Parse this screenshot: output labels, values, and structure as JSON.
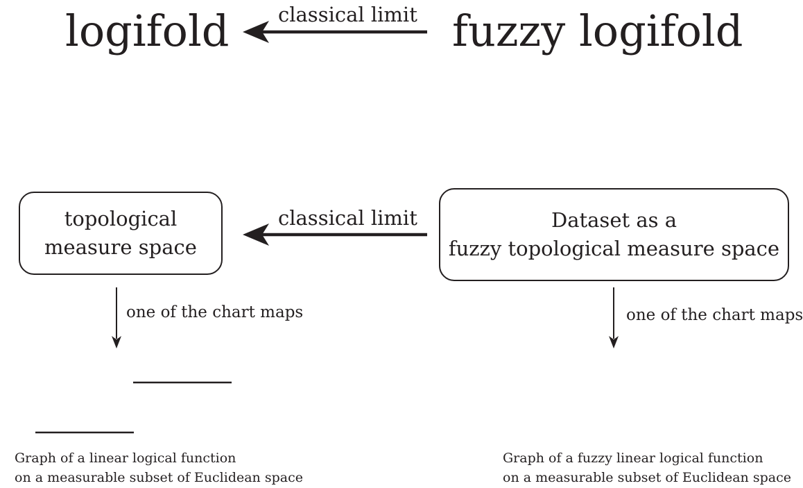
{
  "top": {
    "left_title": "logifold",
    "right_title": "fuzzy logifold",
    "arrow_label": "classical limit"
  },
  "middle": {
    "left_box": {
      "line1": "topological",
      "line2": "measure space"
    },
    "right_box": {
      "line1": "Dataset as a",
      "line2": "fuzzy topological measure space"
    },
    "arrow_label": "classical limit"
  },
  "left_column": {
    "chart_label": "one of the chart maps",
    "caption_line1": "Graph of a linear logical function",
    "caption_line2": "on a measurable subset of Euclidean space"
  },
  "right_column": {
    "chart_label": "one of the chart maps",
    "caption_line1": "Graph of a fuzzy linear logical function",
    "caption_line2": "on a measurable subset of Euclidean space"
  },
  "colors": {
    "ink": "#231f20",
    "background": "#ffffff"
  }
}
